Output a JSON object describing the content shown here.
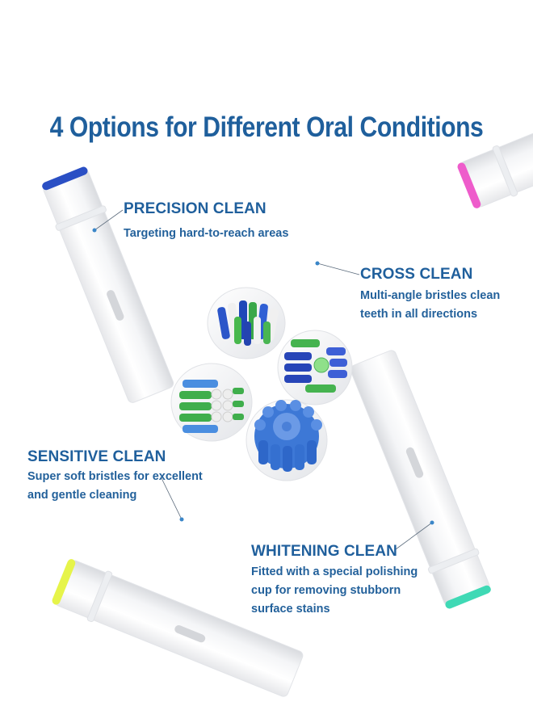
{
  "title": "4 Options for Different Oral Conditions",
  "colors": {
    "text": "#1f5f9c",
    "precision_ring": "#2a4fc4",
    "cross_ring": "#ee5ccb",
    "sensitive_ring": "#e6f44a",
    "whitening_ring": "#3fd9b5",
    "callout_dot": "#3a86c8"
  },
  "callouts": [
    {
      "heading": "PRECISION CLEAN",
      "description_lines": [
        "Targeting hard-to-reach areas"
      ],
      "ring_color": "#2a4fc4"
    },
    {
      "heading": "CROSS CLEAN",
      "description_lines": [
        "Multi-angle bristles clean",
        "teeth in all directions"
      ],
      "ring_color": "#ee5ccb"
    },
    {
      "heading": "SENSITIVE CLEAN",
      "description_lines": [
        "Super soft bristles for excellent",
        "and gentle cleaning"
      ],
      "ring_color": "#e6f44a"
    },
    {
      "heading": "WHITENING CLEAN",
      "description_lines": [
        "Fitted with a special polishing",
        "cup for removing stubborn",
        "surface stains"
      ],
      "ring_color": "#3fd9b5"
    }
  ]
}
